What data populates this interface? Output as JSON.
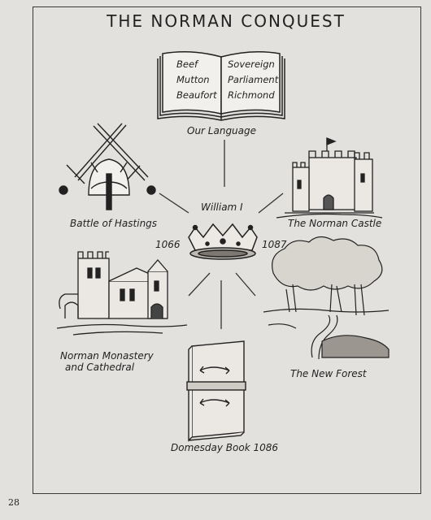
{
  "title": "THE NORMAN CONQUEST",
  "center_label": "William I",
  "year_left": "1066",
  "year_right": "1087",
  "book_words_left": [
    "Beef",
    "Mutton",
    "Beaufort"
  ],
  "book_words_right": [
    "Sovereign",
    "Parliament",
    "Richmond"
  ],
  "labels": {
    "language": "Our Language",
    "hastings": "Battle of Hastings",
    "castle": "The Norman Castle",
    "monastery_line1": "Norman Monastery",
    "monastery_line2": "and Cathedral",
    "forest": "The New Forest",
    "domesday": "Domesday Book 1086"
  },
  "page_number": "28"
}
